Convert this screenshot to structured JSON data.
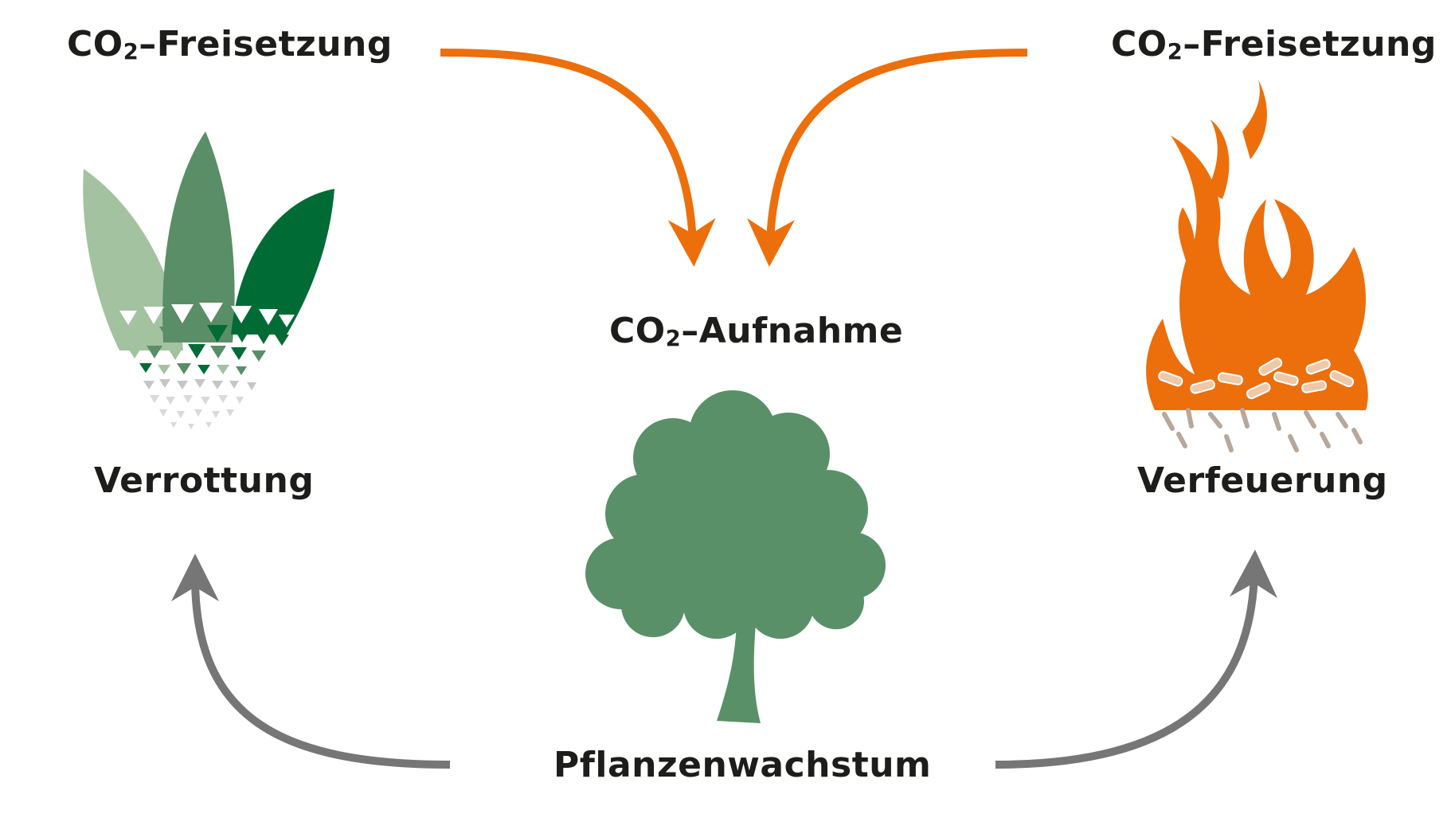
{
  "labels": {
    "release_left": {
      "pre": "CO",
      "sub": "2",
      "post": "–Freisetzung"
    },
    "release_right": {
      "pre": "CO",
      "sub": "2",
      "post": "–Freisetzung"
    },
    "uptake": {
      "pre": "CO",
      "sub": "2",
      "post": "–Aufnahme"
    },
    "decay": "Verrottung",
    "combustion": "Verfeuerung",
    "growth": "Pflanzenwachstum"
  },
  "icons": [
    "leaves-decay-icon",
    "tree-icon",
    "flame-pellets-icon"
  ],
  "colors": {
    "orange": "#ec6f0c",
    "gray_arrow": "#767676",
    "tree_green": "#5a9068",
    "leaf_light": "#a3c2a0",
    "leaf_mid": "#5a8e66",
    "leaf_dark": "#006b35",
    "text": "#1d1d1b"
  }
}
